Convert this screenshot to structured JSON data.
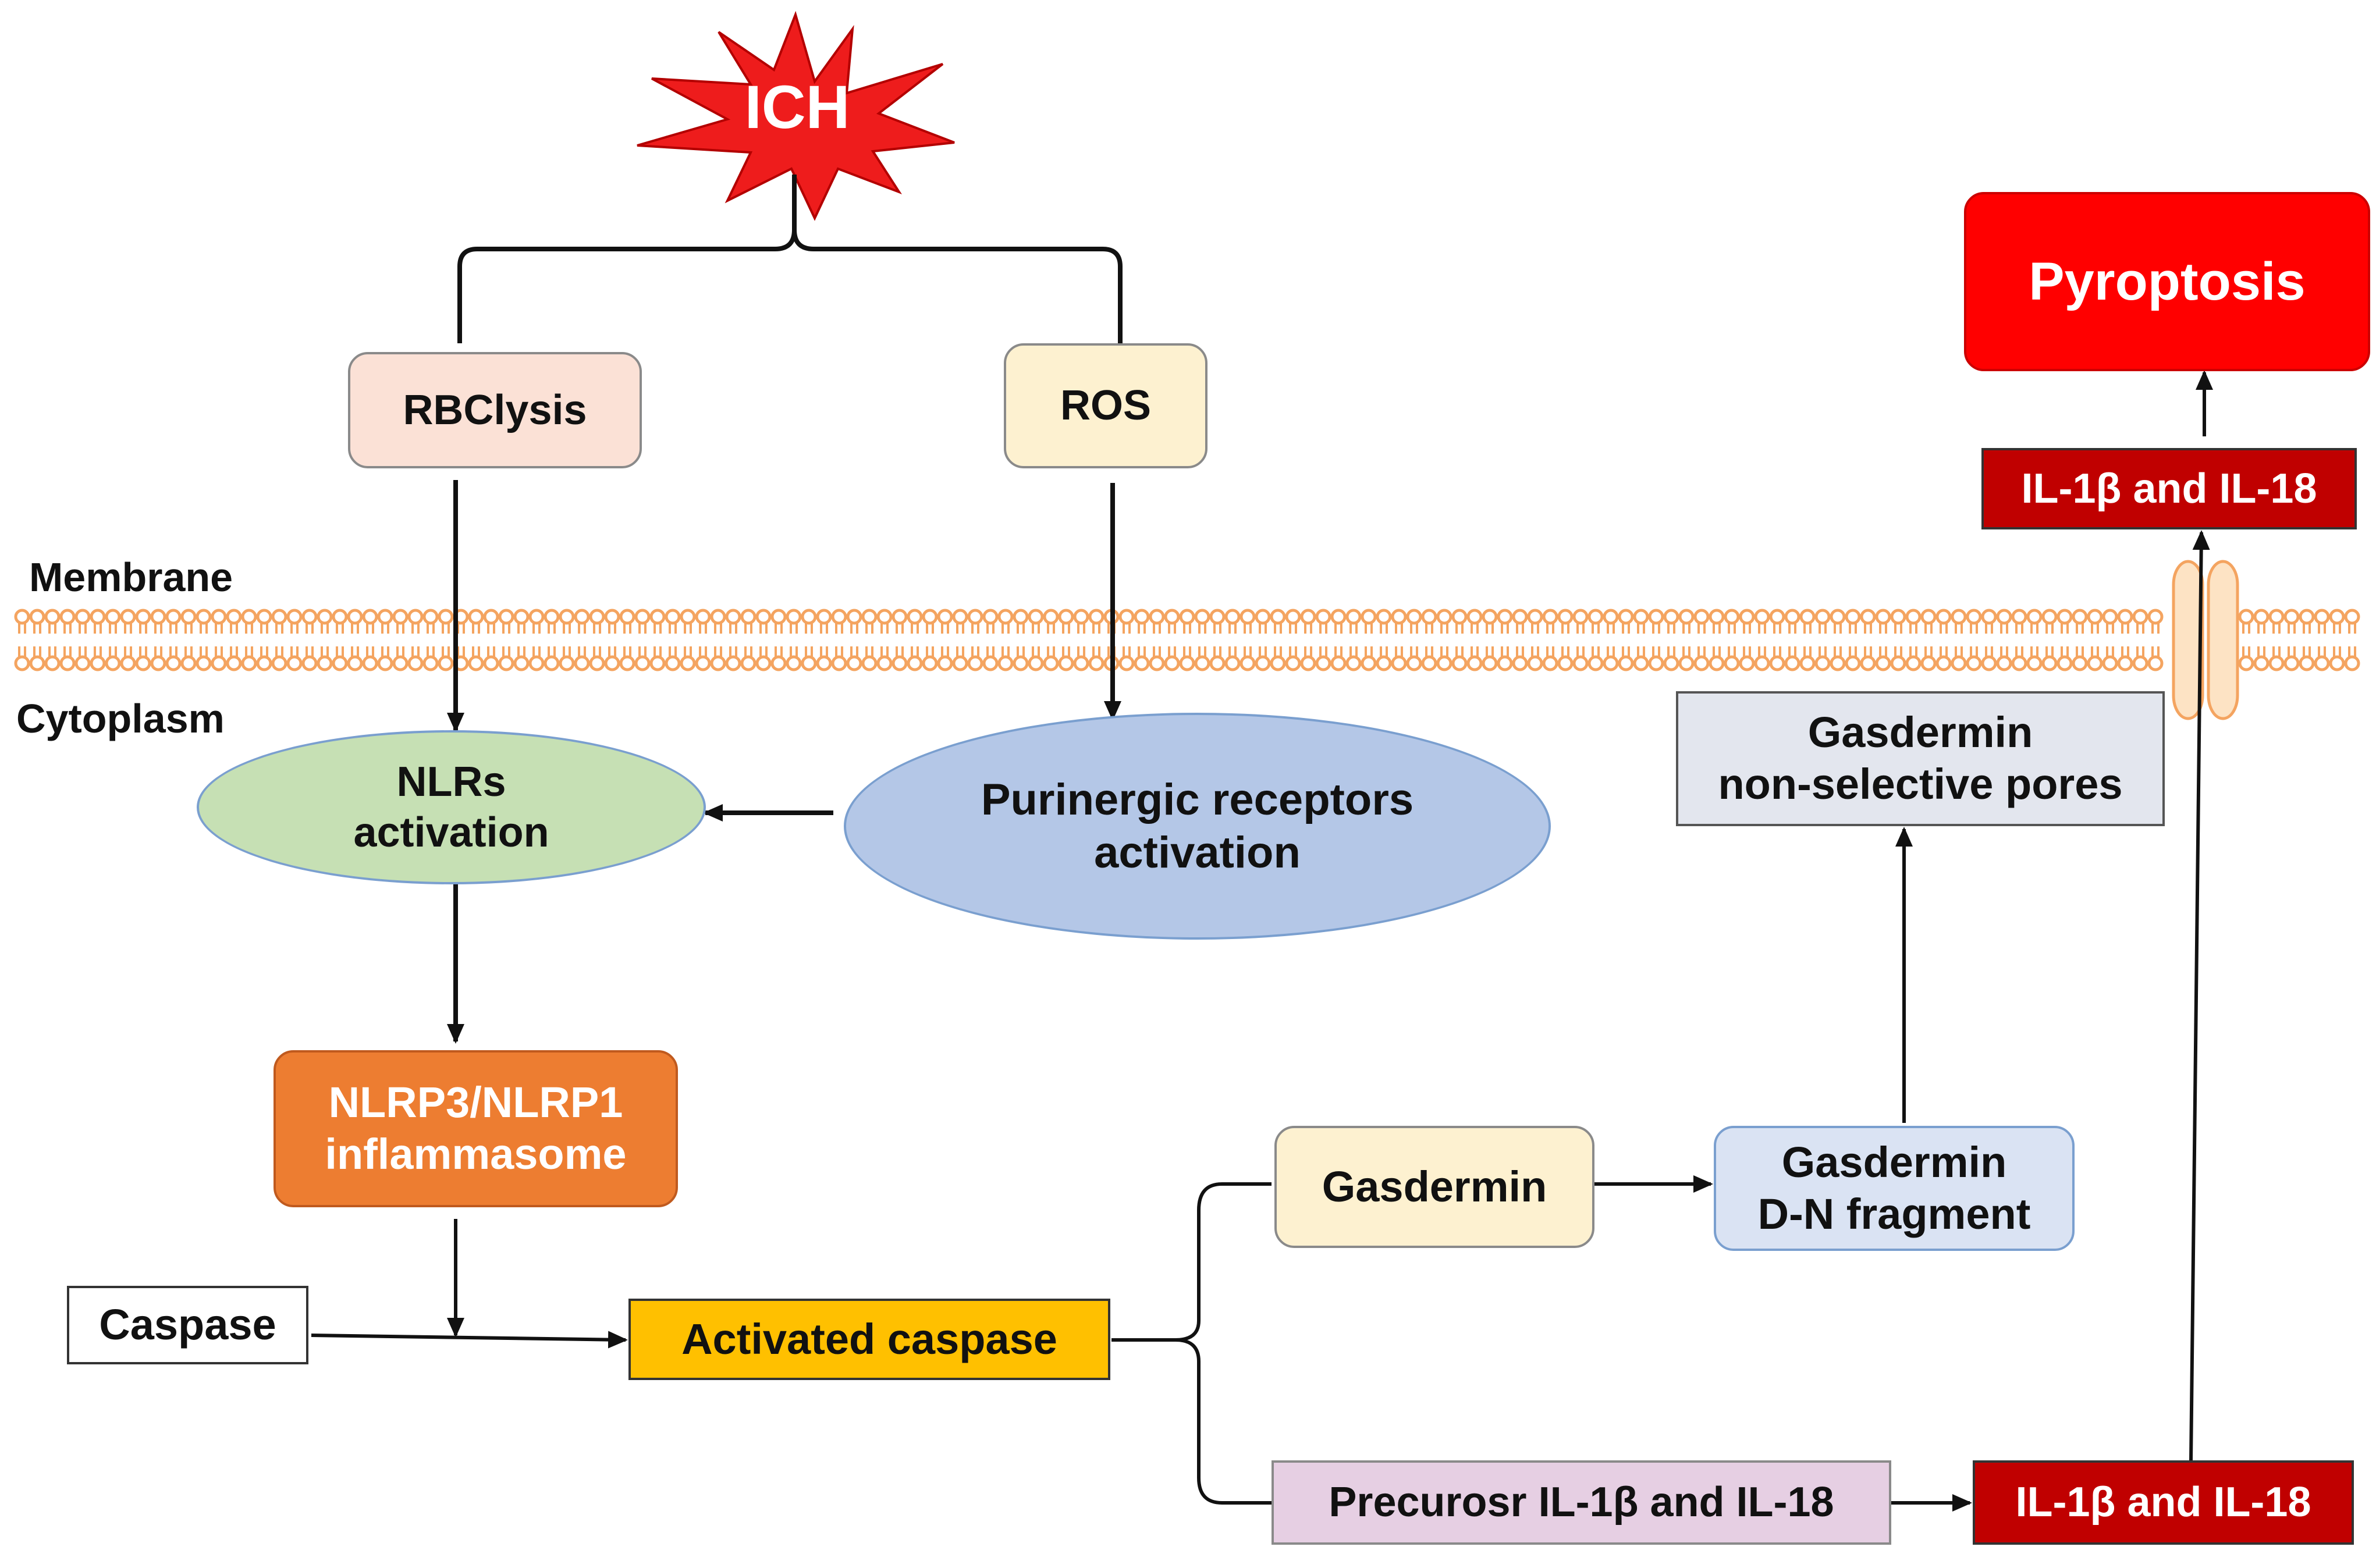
{
  "ich": {
    "label": "ICH"
  },
  "region_labels": {
    "membrane": "Membrane",
    "cytoplasm": "Cytoplasm"
  },
  "nodes": {
    "rbc": "RBClysis",
    "ros": "ROS",
    "nlrs": "NLRs\nactivation",
    "purinergic": "Purinergic receptors\nactivation",
    "inflammasome": "NLRP3/NLRP1\ninflammasome",
    "caspase": "Caspase",
    "activated_caspase": "Activated caspase",
    "gasdermin": "Gasdermin",
    "gasdermin_dn": "Gasdermin\nD-N fragment",
    "gasdermin_pores": "Gasdermin\nnon-selective pores",
    "precursor": "Precurosr IL-1β and IL-18",
    "il_inside": "IL-1β and IL-18",
    "il_outside": "IL-1β and IL-18",
    "pyroptosis": "Pyroptosis"
  },
  "colors": {
    "ich_burst": "#ee1c1c",
    "rbc": "#fbe1d6",
    "ros": "#fdf1d0",
    "nlrs": "#c6e0b4",
    "purinergic": "#b4c7e7",
    "inflammasome": "#ed7d31",
    "activated_caspase": "#ffc000",
    "gasdermin": "#fdf1d0",
    "gasdermin_dn": "#dae3f3",
    "gasdermin_pores": "#e3e6ee",
    "precursor": "#e6cfe3",
    "il": "#c00000",
    "pyroptosis": "#ff0000",
    "membrane": "#f4a460"
  }
}
